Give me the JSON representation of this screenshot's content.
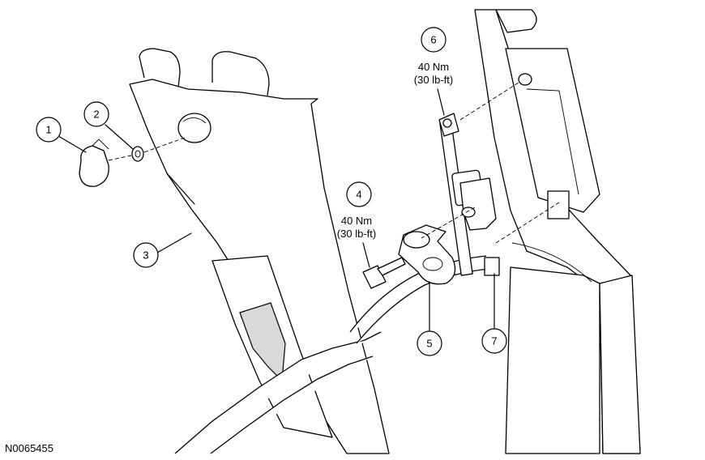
{
  "figure_id": "N0065455",
  "callouts": [
    {
      "number": "1"
    },
    {
      "number": "2"
    },
    {
      "number": "3"
    },
    {
      "number": "4",
      "torque_nm": "40 Nm",
      "torque_lbft": "(30 lb-ft)"
    },
    {
      "number": "5"
    },
    {
      "number": "6",
      "torque_nm": "40 Nm",
      "torque_lbft": "(30 lb-ft)"
    },
    {
      "number": "7"
    }
  ]
}
